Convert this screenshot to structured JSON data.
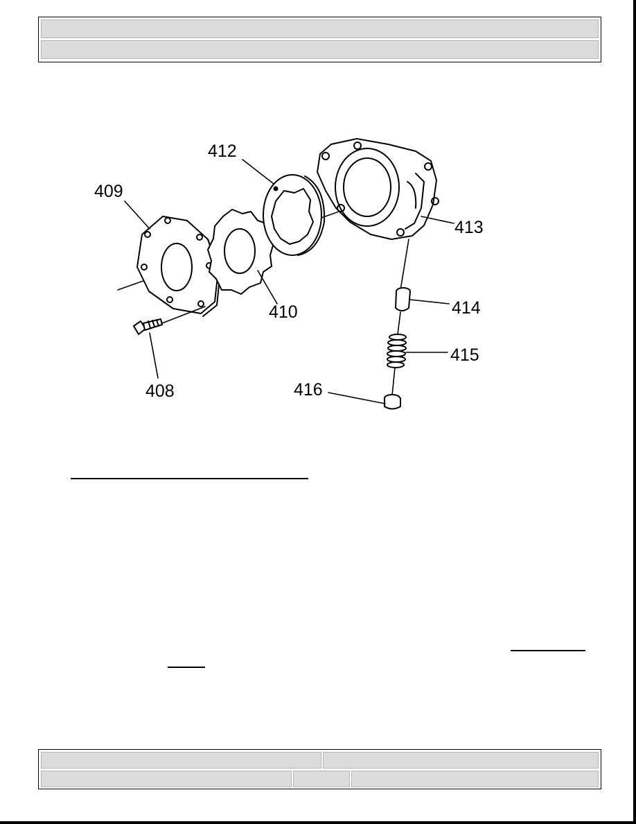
{
  "header": {
    "row1": "",
    "row2": ""
  },
  "footer": {
    "left_top": "",
    "right_top": "",
    "left_bottom": "",
    "mid_bottom": "",
    "right_bottom": ""
  },
  "diagram": {
    "callouts": {
      "c408": "408",
      "c409": "409",
      "c410": "410",
      "c412": "412",
      "c413": "413",
      "c414": "414",
      "c415": "415",
      "c416": "416"
    }
  }
}
